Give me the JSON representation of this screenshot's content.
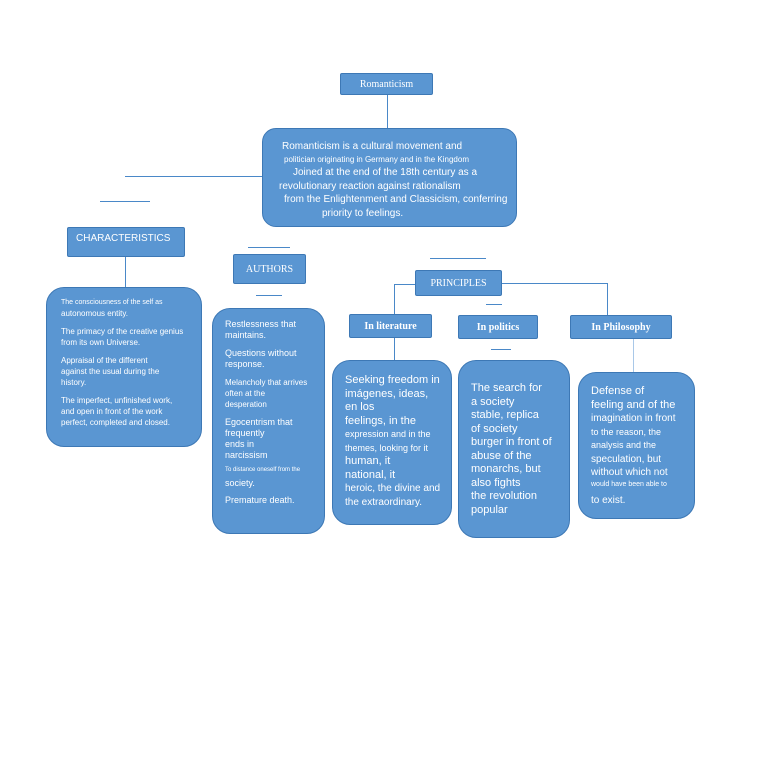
{
  "title": "Romanticism",
  "definition": [
    "Romanticism is a cultural movement and",
    "politician originating in Germany and in the Kingdom",
    "Joined at the end of the 18th century as a",
    "revolutionary reaction against rationalism",
    "from the Enlightenment and Classicism, conferring",
    "priority to feelings."
  ],
  "characteristics": {
    "label": "CHARACTERISTICS",
    "items": [
      [
        "The consciousness of the self as",
        "autonomous entity."
      ],
      [
        "The primacy of the creative genius",
        "from its own Universe."
      ],
      [
        "Appraisal of the different",
        "against the usual during the",
        "history."
      ],
      [
        "The imperfect, unfinished work,",
        "and open in front of the work",
        "perfect, completed and closed."
      ]
    ]
  },
  "authors": {
    "label": "AUTHORS",
    "items": [
      [
        "Restlessness that",
        "maintains."
      ],
      [
        "Questions without",
        "response."
      ],
      [
        "Melancholy that arrives",
        "often at the",
        "desperation"
      ],
      [
        "Egocentrism that",
        "frequently",
        "ends in",
        "narcissism"
      ],
      [
        "To distance oneself from the"
      ],
      [
        "society."
      ],
      [
        "Premature death."
      ]
    ]
  },
  "principles": {
    "label": "PRINCIPLES",
    "literature": {
      "label": "In literature",
      "text": [
        "Seeking freedom in",
        "imágenes,  ideas,",
        "en los",
        "feelings, in the",
        "expression and in the",
        "themes, looking for it",
        "human, it",
        "national, it",
        "heroic, the divine and",
        "the extraordinary."
      ]
    },
    "politics": {
      "label": "In politics",
      "text": [
        "The search for",
        "a society",
        "stable, replica",
        "of society",
        "burger in front of",
        "abuse of the",
        "monarchs, but",
        "also fights",
        "the revolution",
        "popular"
      ]
    },
    "philosophy": {
      "label": "In Philosophy",
      "text": [
        "Defense of",
        "feeling and of the",
        "imagination in front",
        "to the reason, the",
        "analysis and the",
        "speculation, but",
        "without which not",
        "would have been able to",
        "to exist."
      ]
    }
  }
}
